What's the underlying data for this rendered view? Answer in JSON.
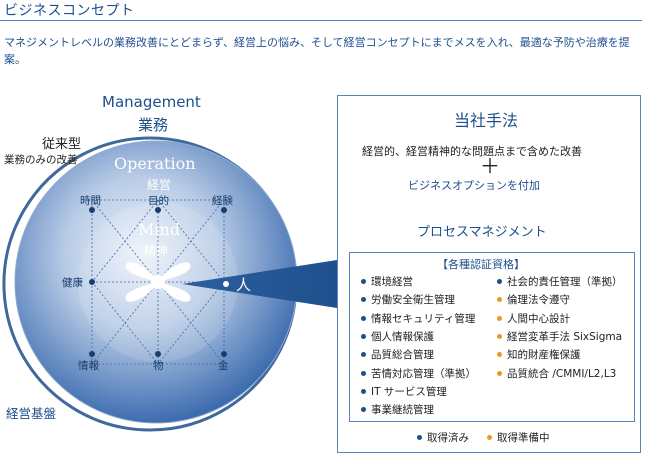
{
  "header": {
    "title": "ビジネスコンセプト",
    "intro": "マネジメントレベルの業務改善にとどまらず、経営上の悩み、そして経営コンセプトにまでメスを入れ、最適な予防や治療を提案。"
  },
  "diagram": {
    "management_en": "Management",
    "management_jp": "業務",
    "traditional": "従来型",
    "traditional_sub": "業務のみの改善",
    "foundation": "経営基盤",
    "operation_en": "Operation",
    "operation_jp": "経営",
    "mind_en": "Mind",
    "mind_jp": "精神",
    "person": "人",
    "nodes": {
      "time": "時間",
      "purpose": "目的",
      "experience": "経験",
      "health": "健康",
      "information": "情報",
      "goods": "物",
      "money": "金"
    }
  },
  "method": {
    "title": "当社手法",
    "scope": "経営的、経営精神的な問題点まで含めた改善",
    "plus": "＋",
    "option": "ビジネスオプションを付加",
    "process": "プロセスマネジメント",
    "arrow_icon": "down-arrow-icon"
  },
  "certifications": {
    "title": "【各種認証資格】",
    "left": [
      {
        "label": "環境経営",
        "status": "acquired"
      },
      {
        "label": "労働安全衛生管理",
        "status": "acquired"
      },
      {
        "label": "情報セキュリティ管理",
        "status": "acquired"
      },
      {
        "label": "個人情報保護",
        "status": "acquired"
      },
      {
        "label": "品質総合管理",
        "status": "acquired"
      },
      {
        "label": "苦情対応管理（準拠）",
        "status": "acquired"
      },
      {
        "label": "IT サービス管理",
        "status": "acquired"
      },
      {
        "label": "事業継続管理",
        "status": "acquired"
      }
    ],
    "right": [
      {
        "label": "社会的責任管理（準拠）",
        "status": "acquired"
      },
      {
        "label": "倫理法令遵守",
        "status": "preparing"
      },
      {
        "label": "人間中心設計",
        "status": "preparing"
      },
      {
        "label": "経営変革手法 SixSigma",
        "status": "preparing"
      },
      {
        "label": "知的財産権保護",
        "status": "preparing"
      },
      {
        "label": "品質統合 /CMMI/L2,L3",
        "status": "preparing"
      }
    ]
  },
  "legend": {
    "acquired": "取得済み",
    "preparing": "取得準備中"
  },
  "colors": {
    "navy": "#1d4f8c",
    "sphere_light": "#e4ecf6",
    "sphere_dark": "#3d6cae",
    "acquired_dot": "#1d4f8c",
    "preparing_dot": "#e79a2c"
  }
}
